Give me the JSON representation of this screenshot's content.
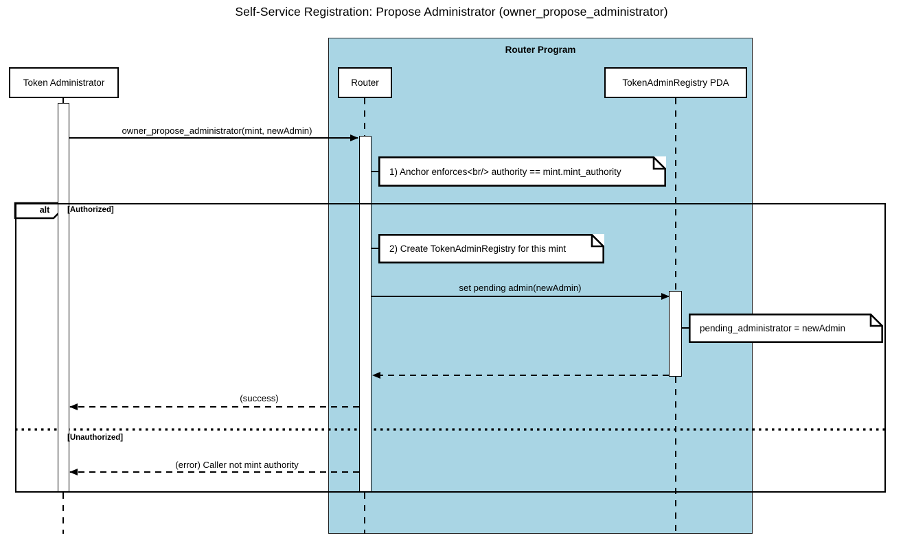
{
  "diagram": {
    "type": "uml-sequence-diagram",
    "title": "Self-Service Registration: Propose Administrator (owner_propose_administrator)",
    "background_color": "#ffffff",
    "line_color": "#000000",
    "group_fill_color": "#a9d5e4"
  },
  "group": {
    "label": "Router Program",
    "fill": "#a9d5e4"
  },
  "participants": [
    {
      "id": "token-administrator",
      "label": "Token Administrator",
      "in_group": false
    },
    {
      "id": "router",
      "label": "Router",
      "in_group": true
    },
    {
      "id": "token-admin-registry-pda",
      "label": "TokenAdminRegistry PDA",
      "in_group": true
    }
  ],
  "messages": [
    {
      "id": "msg-propose",
      "label": "owner_propose_administrator(mint, newAdmin)",
      "from": "token-administrator",
      "to": "router",
      "style": "solid",
      "arrow": "filled"
    },
    {
      "id": "msg-set-pending-admin",
      "label": "set pending admin(newAdmin)",
      "from": "router",
      "to": "token-admin-registry-pda",
      "style": "solid",
      "arrow": "filled"
    },
    {
      "id": "msg-pda-return",
      "label": "",
      "from": "token-admin-registry-pda",
      "to": "router",
      "style": "dashed",
      "arrow": "filled"
    },
    {
      "id": "msg-success",
      "label": "(success)",
      "from": "router",
      "to": "token-administrator",
      "style": "dashed",
      "arrow": "filled"
    },
    {
      "id": "msg-error",
      "label": "(error) Caller not mint authority",
      "from": "router",
      "to": "token-administrator",
      "style": "dashed",
      "arrow": "filled"
    }
  ],
  "notes": [
    {
      "id": "note-anchor-enforces",
      "text": "1) Anchor enforces<br/> authority == mint.mint_authority",
      "attached_to": "router"
    },
    {
      "id": "note-create-registry",
      "text": "2) Create TokenAdminRegistry for this mint",
      "attached_to": "router"
    },
    {
      "id": "note-pending-administrator",
      "text": "pending_administrator = newAdmin",
      "attached_to": "token-admin-registry-pda"
    }
  ],
  "fragment": {
    "operator": "alt",
    "branches": [
      {
        "guard": "[Authorized]"
      },
      {
        "guard": "[Unauthorized]"
      }
    ]
  }
}
